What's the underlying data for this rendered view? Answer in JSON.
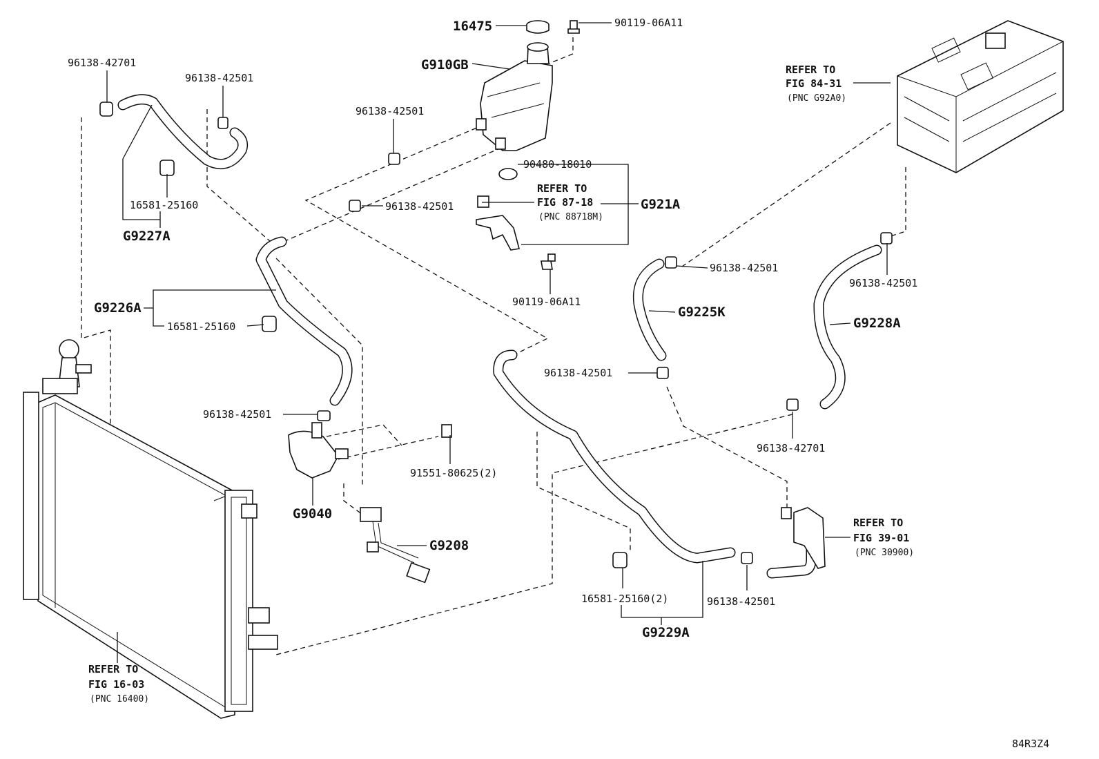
{
  "labels": {
    "l_16475": "16475",
    "l_90119_top": "90119-06A11",
    "l_g910gb": "G910GB",
    "l_96138_42701_tl": "96138-42701",
    "l_96138_42501_a": "96138-42501",
    "l_96138_42501_b": "96138-42501",
    "l_16581_a": "16581-25160",
    "l_g9227a": "G9227A",
    "l_90480": "90480-18010",
    "l_96138_42501_c": "96138-42501",
    "l_g921a": "G921A",
    "l_90119_mid": "90119-06A11",
    "l_96138_42501_d": "96138-42501",
    "l_96138_42501_e": "96138-42501",
    "l_g9225k": "G9225K",
    "l_g9228a": "G9228A",
    "l_g9226a": "G9226A",
    "l_16581_b": "16581-25160",
    "l_96138_42501_f": "96138-42501",
    "l_96138_42501_g": "96138-42501",
    "l_96138_42701_r": "96138-42701",
    "l_91551": "91551-80625(2)",
    "l_g9040": "G9040",
    "l_g9208": "G9208",
    "l_16581_c": "16581-25160(2)",
    "l_96138_42501_h": "96138-42501",
    "l_g9229a": "G9229A",
    "diagram_code": "84R3Z4"
  },
  "refs": {
    "inverter": {
      "l1": "REFER TO",
      "l2": "FIG 84-31",
      "l3": "(PNC G92A0)"
    },
    "bracket": {
      "l1": "REFER TO",
      "l2": "FIG 87-18",
      "l3": "(PNC 88718M)"
    },
    "radiator": {
      "l1": "REFER TO",
      "l2": "FIG 16-03",
      "l3": "(PNC 16400)"
    },
    "pipe": {
      "l1": "REFER TO",
      "l2": "FIG 39-01",
      "l3": "(PNC 30900)"
    }
  }
}
